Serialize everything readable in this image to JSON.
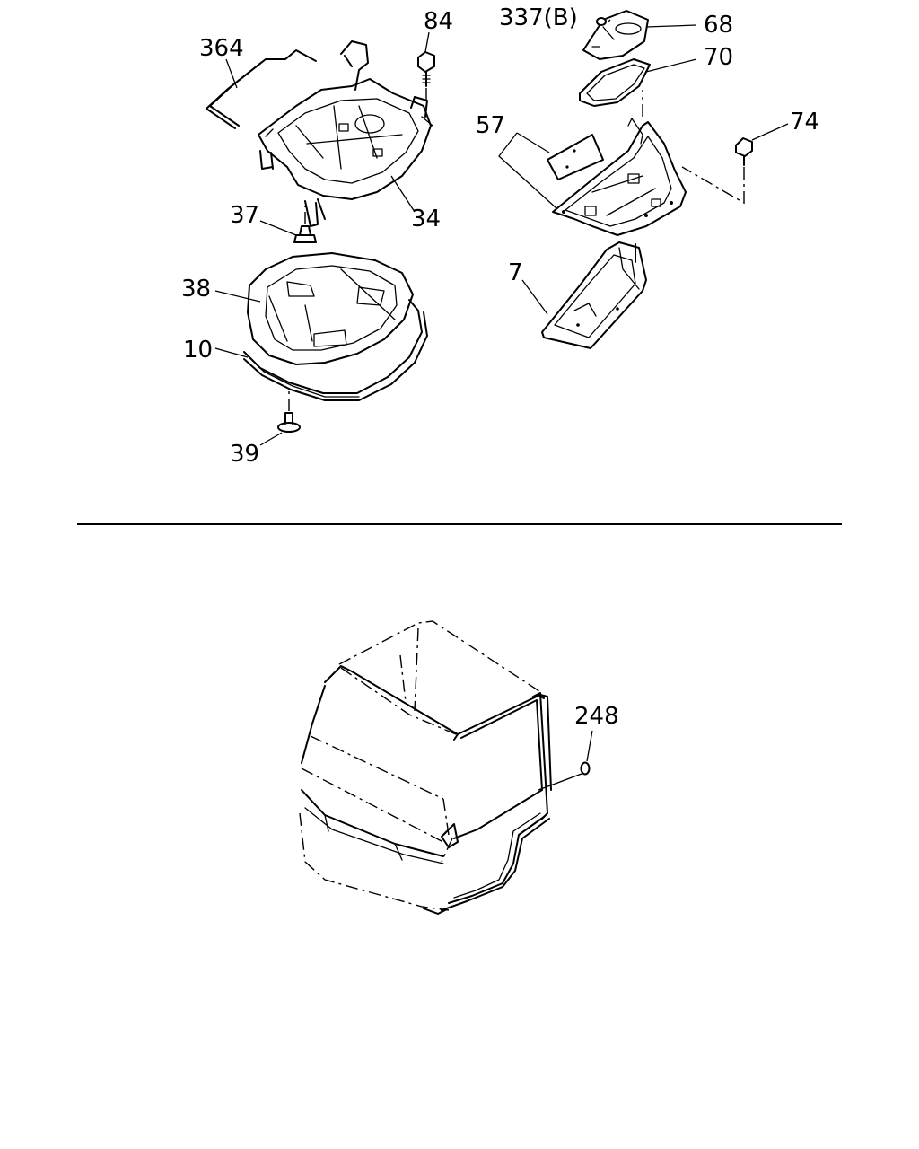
{
  "callouts": [
    {
      "id": "364",
      "text": "364"
    },
    {
      "id": "84",
      "text": "84"
    },
    {
      "id": "34",
      "text": "34"
    },
    {
      "id": "37",
      "text": "37"
    },
    {
      "id": "38",
      "text": "38"
    },
    {
      "id": "10",
      "text": "10"
    },
    {
      "id": "39",
      "text": "39"
    },
    {
      "id": "337b",
      "text": "337(B)"
    },
    {
      "id": "68",
      "text": "68"
    },
    {
      "id": "70",
      "text": "70"
    },
    {
      "id": "57",
      "text": "57"
    },
    {
      "id": "74",
      "text": "74"
    },
    {
      "id": "7",
      "text": "7"
    },
    {
      "id": "248",
      "text": "248"
    }
  ]
}
